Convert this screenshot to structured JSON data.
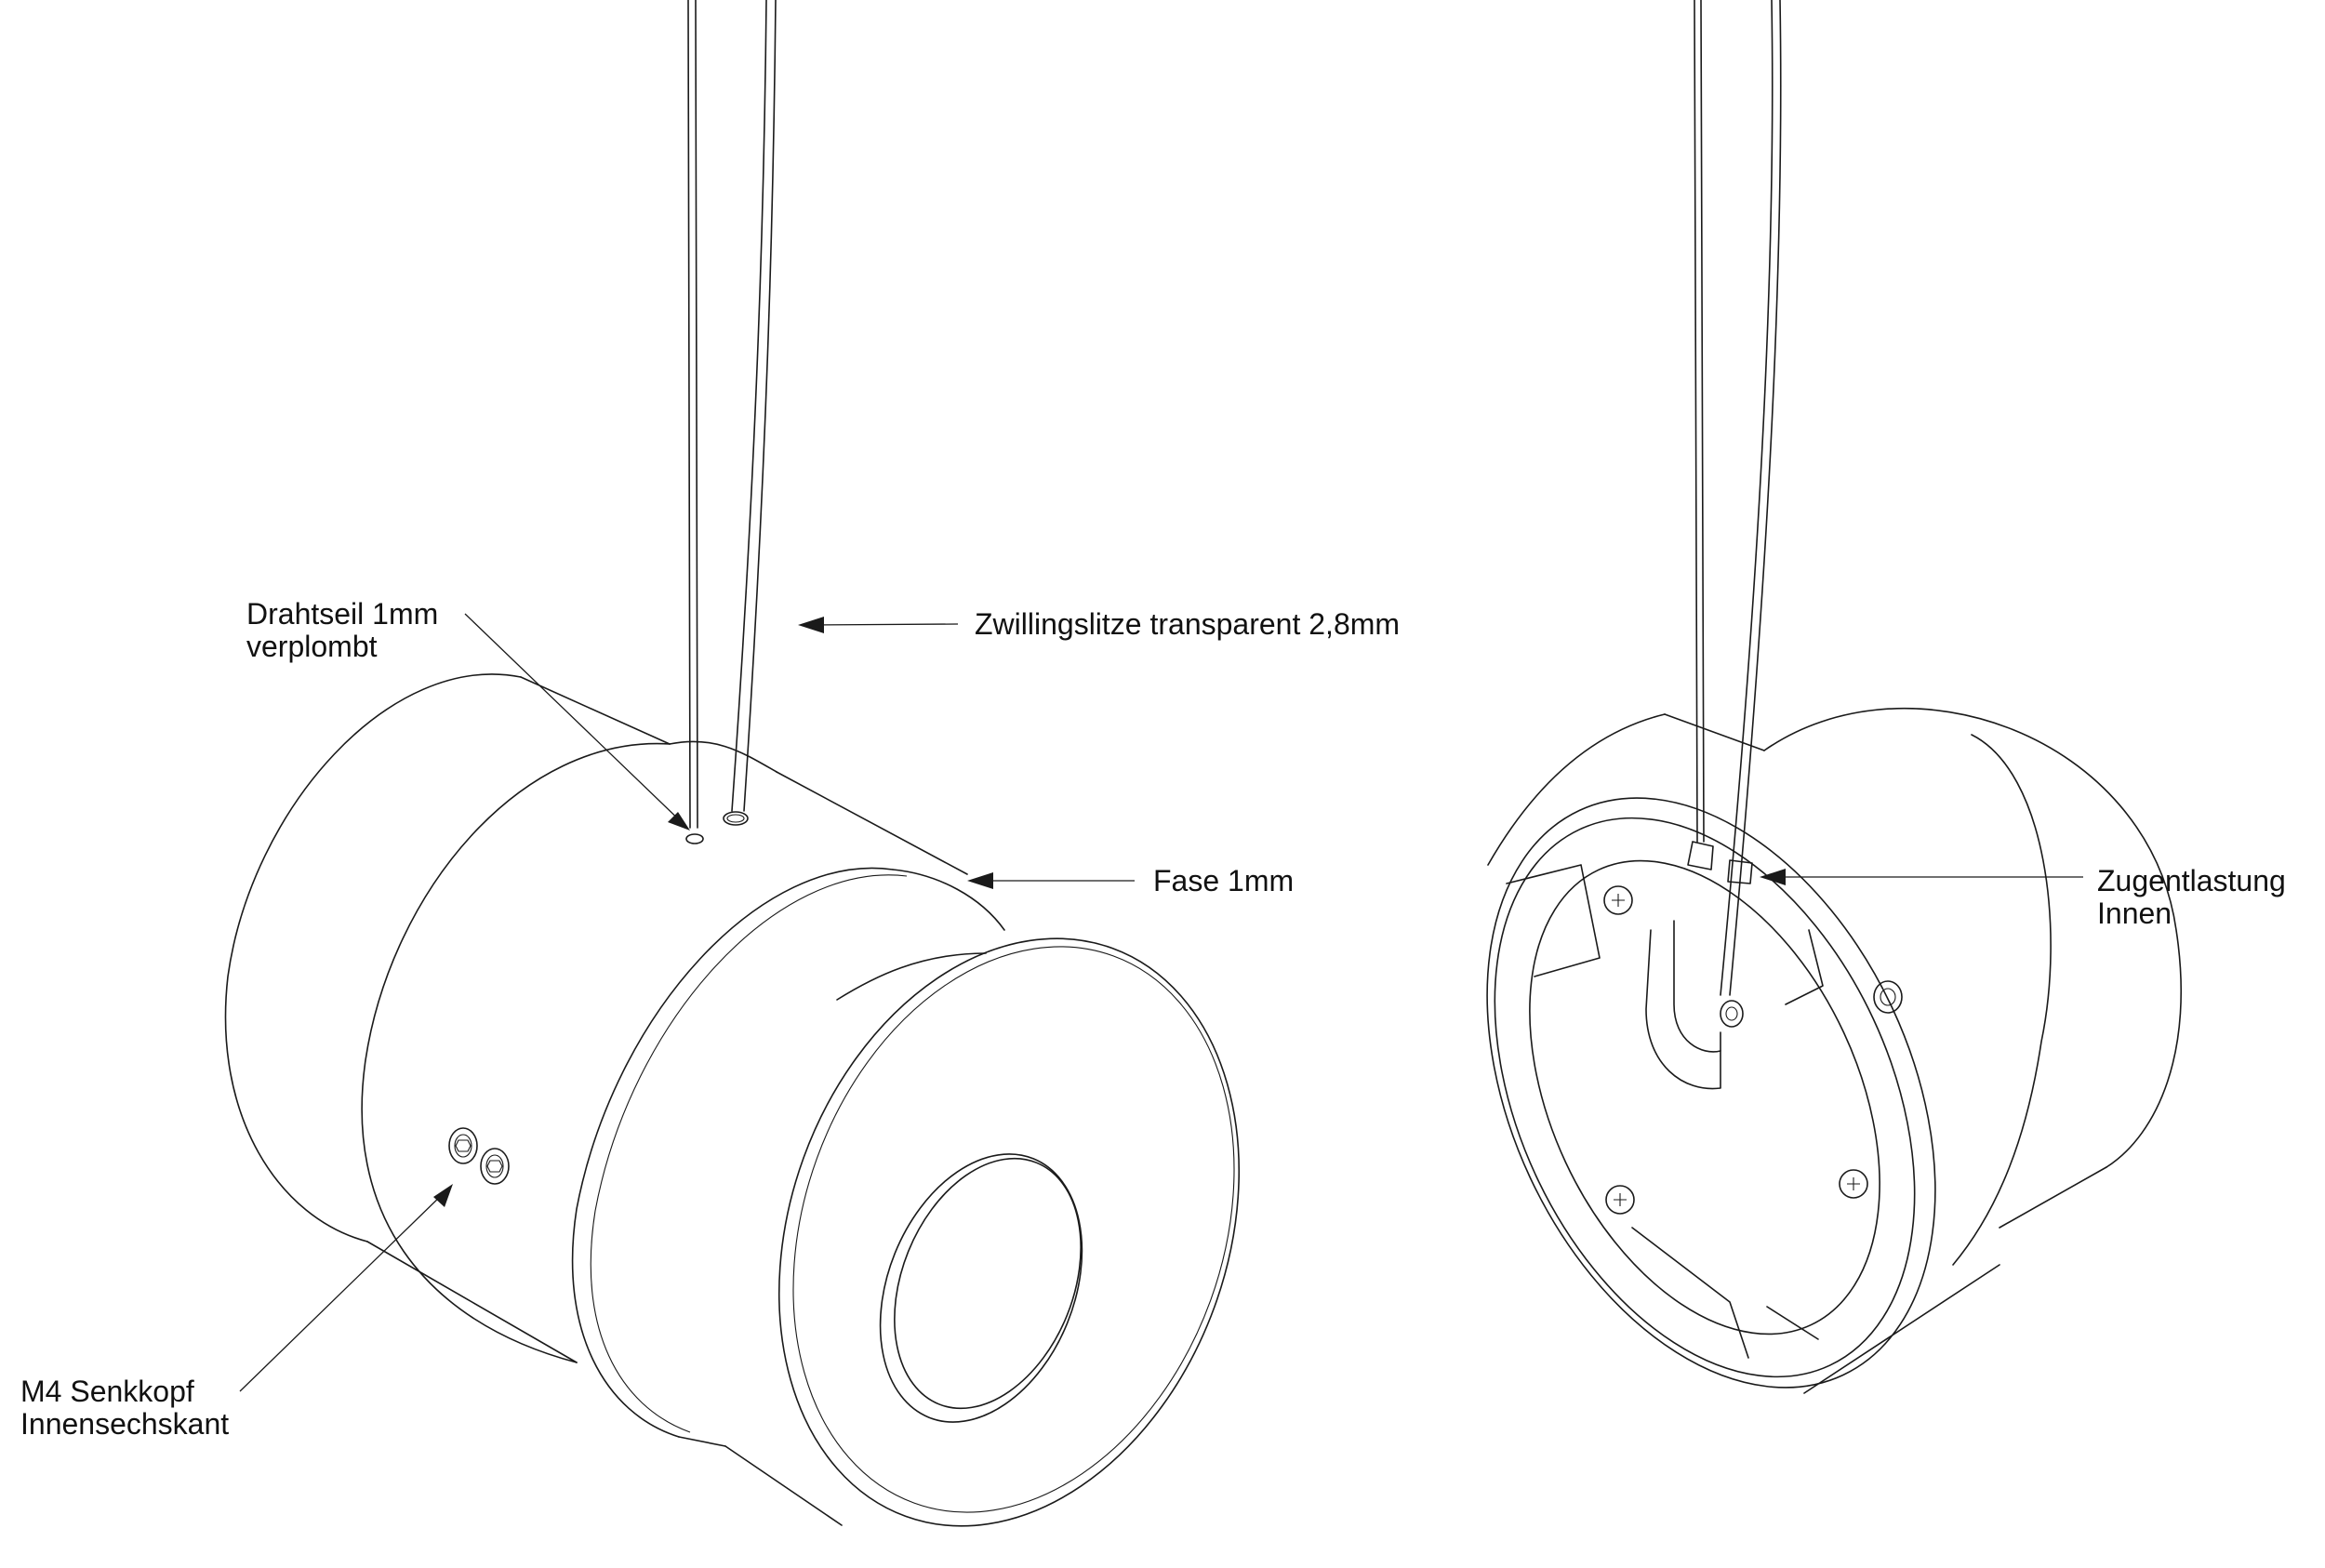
{
  "annotations": {
    "drahtseil": {
      "line1": "Drahtseil 1mm",
      "line2": "verplombt"
    },
    "zwillingslitze": {
      "line1": "Zwillingslitze transparent 2,8mm"
    },
    "fase": {
      "line1": "Fase 1mm"
    },
    "m4": {
      "line1": "M4 Senkkopf",
      "line2": "Innensechskant"
    },
    "zugentlastung": {
      "line1": "Zugentlastung",
      "line2": "Innen"
    }
  },
  "colors": {
    "line": "#1a1a1a",
    "background": "#ffffff"
  },
  "icons": [
    "leader-arrow",
    "hex-socket-screw-icon",
    "phillips-screw-icon"
  ]
}
